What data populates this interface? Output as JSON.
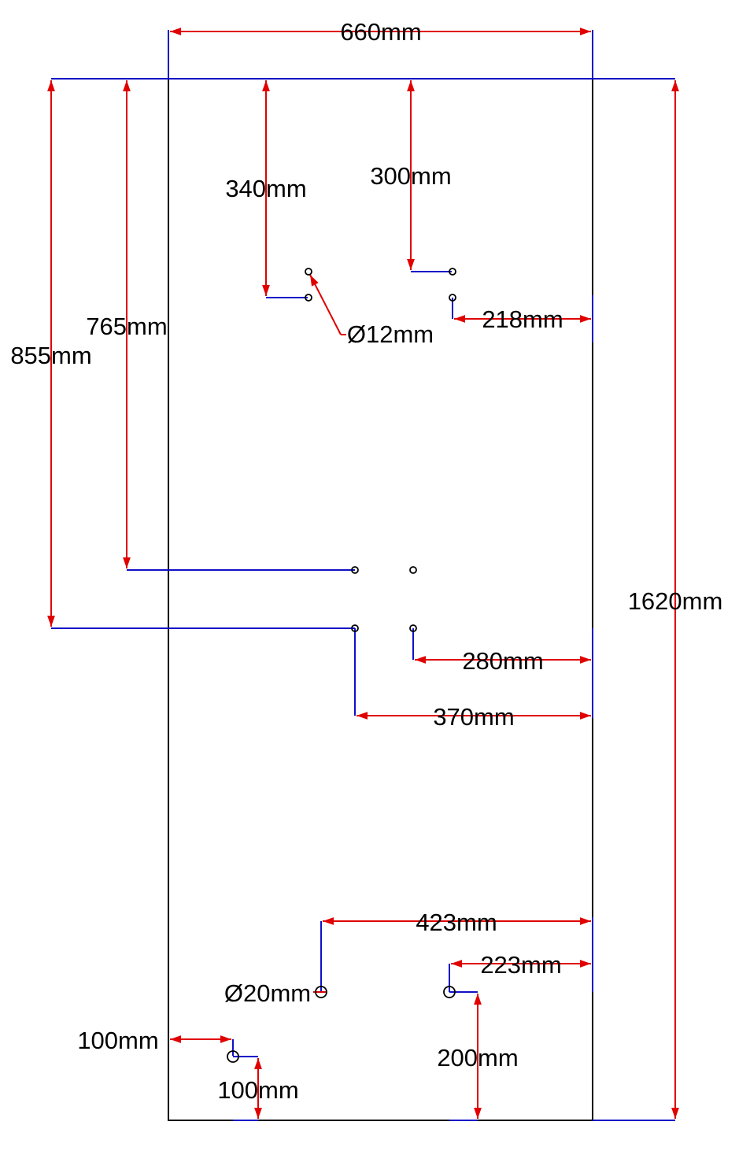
{
  "colors": {
    "dimension": "#e00000",
    "extension": "#1010c8",
    "outline": "#000000"
  },
  "labels": {
    "width_660": "660mm",
    "height_1620": "1620mm",
    "top_340": "340mm",
    "top_300": "300mm",
    "diam_12": "Ø12mm",
    "side_218": "218mm",
    "left_765": "765mm",
    "left_855": "855mm",
    "side_280": "280mm",
    "side_370": "370mm",
    "side_423": "423mm",
    "side_223": "223mm",
    "diam_20": "Ø20mm",
    "left_100": "100mm",
    "bottom_100": "100mm",
    "bottom_200": "200mm"
  }
}
